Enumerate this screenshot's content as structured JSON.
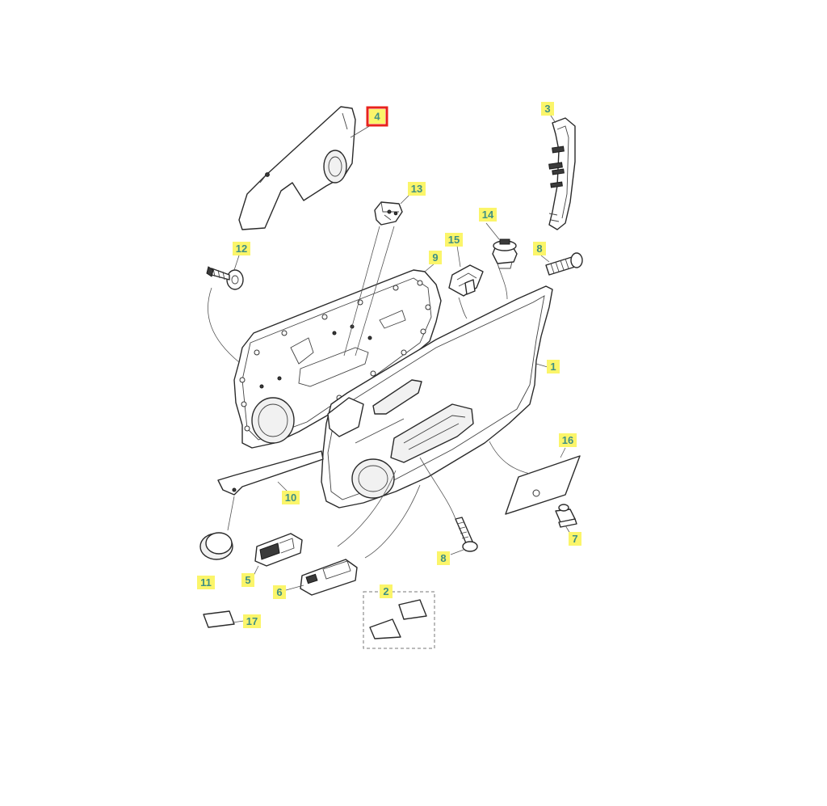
{
  "diagram": {
    "highlighted_callout": "4",
    "callout_color": "#3f8f84",
    "callout_background": "#fbf56a",
    "highlight_color": "#e8231c",
    "callouts": [
      "1",
      "2",
      "3",
      "4",
      "5",
      "6",
      "7",
      "8",
      "8",
      "9",
      "10",
      "11",
      "12",
      "13",
      "14",
      "15",
      "16",
      "17"
    ]
  }
}
